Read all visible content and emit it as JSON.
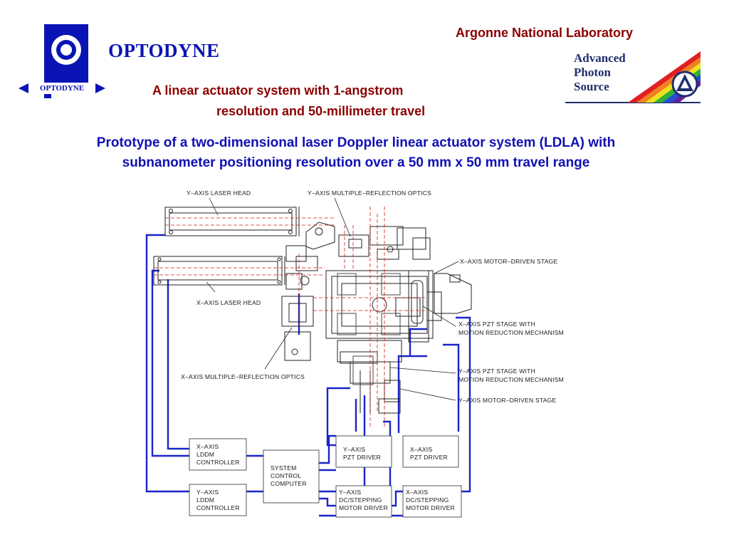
{
  "header": {
    "brand": "OPTODYNE",
    "logo_label": "OPTODYNE",
    "lab": "Argonne National Laboratory",
    "aps_line1": "Advanced",
    "aps_line2": "Photon",
    "aps_line3": "Source"
  },
  "subtitle": {
    "line1": "A linear actuator system with 1-angstrom",
    "line2": "resolution and 50-millimeter travel"
  },
  "heading": {
    "line1": "Prototype of a two-dimensional laser Doppler linear actuator system (LDLA) with",
    "line2": "subnanometer positioning resolution over a 50 mm x 50 mm travel range"
  },
  "diagram": {
    "labels": {
      "y_laser_head": "Y–AXIS LASER HEAD",
      "y_optics": "Y–AXIS MULTIPLE–REFLECTION OPTICS",
      "x_motor_stage": "X–AXIS MOTOR–DRIVEN STAGE",
      "x_laser_head": "X–AXIS LASER HEAD",
      "x_pzt_line1": "X–AXIS PZT STAGE WITH",
      "x_pzt_line2": "MOTION REDUCTION MECHANISM",
      "x_optics": "X–AXIS MULTIPLE–REFLECTION OPTICS",
      "y_pzt_line1": "Y–AXIS PZT STAGE WITH",
      "y_pzt_line2": "MOTION REDUCTION MECHANISM",
      "y_motor_stage": "Y–AXIS MOTOR–DRIVEN STAGE"
    },
    "boxes": {
      "x_lddm": [
        "X–AXIS",
        "LDDM",
        "CONTROLLER"
      ],
      "y_lddm": [
        "Y–AXIS",
        "LDDM",
        "CONTROLLER"
      ],
      "computer": [
        "SYSTEM",
        "CONTROL",
        "COMPUTER"
      ],
      "y_pzt_driver": [
        "Y–AXIS",
        "PZT DRIVER"
      ],
      "x_pzt_driver": [
        "X–AXIS",
        "PZT DRIVER"
      ],
      "y_motor_driver": [
        "Y–AXIS",
        "DC/STEPPING",
        "MOTOR DRIVER"
      ],
      "x_motor_driver": [
        "X–AXIS",
        "DC/STEPPING",
        "MOTOR DRIVER"
      ]
    }
  },
  "colors": {
    "brand_blue": "#0a14b4",
    "title_red": "#8b0000",
    "heading_blue": "#1010b4",
    "wire_blue": "#1a24c8",
    "optics_red": "#d01818"
  }
}
